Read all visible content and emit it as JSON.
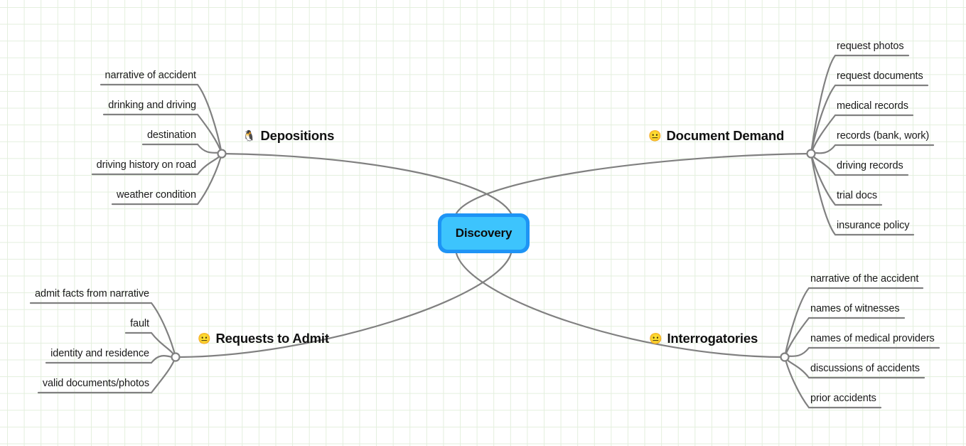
{
  "canvas": {
    "background_color": "#ffffff",
    "grid_color": "#e3efdd",
    "connector_color": "#808080"
  },
  "center": {
    "label": "Discovery",
    "border_color": "#1e94f5",
    "fill_color": "#3dc4fd",
    "text_color": "#0d0d0d"
  },
  "branches": [
    {
      "id": "depositions",
      "label": "Depositions",
      "icon": "penguin-icon",
      "icon_glyph": "🐧",
      "side": "left",
      "leaves": [
        {
          "label": "narrative of accident"
        },
        {
          "label": "drinking and driving"
        },
        {
          "label": "destination"
        },
        {
          "label": "driving history on road"
        },
        {
          "label": "weather condition"
        }
      ]
    },
    {
      "id": "document-demand",
      "label": "Document Demand",
      "icon": "neutral-face-icon",
      "icon_glyph": "😐",
      "side": "right",
      "leaves": [
        {
          "label": "request photos"
        },
        {
          "label": "request documents"
        },
        {
          "label": "medical records"
        },
        {
          "label": "records (bank, work)"
        },
        {
          "label": "driving records"
        },
        {
          "label": "trial docs"
        },
        {
          "label": "insurance policy"
        }
      ]
    },
    {
      "id": "requests-to-admit",
      "label": "Requests to Admit",
      "icon": "neutral-face-icon",
      "icon_glyph": "😐",
      "side": "left",
      "leaves": [
        {
          "label": "admit facts from narrative"
        },
        {
          "label": "fault"
        },
        {
          "label": "identity and residence"
        },
        {
          "label": "valid documents/photos"
        }
      ]
    },
    {
      "id": "interrogatories",
      "label": "Interrogatories",
      "icon": "neutral-face-icon",
      "icon_glyph": "😐",
      "side": "right",
      "leaves": [
        {
          "label": "narrative of the accident"
        },
        {
          "label": "names of witnesses"
        },
        {
          "label": "names of medical providers"
        },
        {
          "label": "discussions of accidents"
        },
        {
          "label": "prior accidents"
        }
      ]
    }
  ]
}
